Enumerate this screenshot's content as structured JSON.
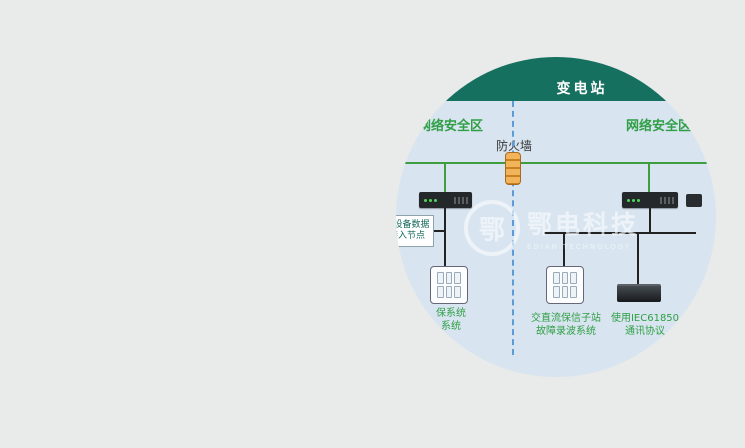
{
  "scene": {
    "background": "#e9eaea"
  },
  "diagram": {
    "header": {
      "title": "变电站"
    },
    "zone_left": "网络安全区",
    "zone_right": "网络安全区",
    "firewall": {
      "label": "防火墙"
    },
    "access_node": {
      "line1": "主设备数据",
      "line2": "接入节点"
    },
    "devices": {
      "switch_left": "network-switch",
      "switch_right": "network-switch",
      "relay_left": "protection-device",
      "relay_mid": "protection-device",
      "recorder": "communication-recorder"
    },
    "captions": {
      "left": {
        "line1": "保系统",
        "line2": "系统"
      },
      "middle": {
        "line1": "交直流保信子站",
        "line2": "故障录波系统"
      },
      "right": {
        "line1": "使用IEC61850",
        "line2": "通讯协议"
      }
    },
    "watermark": {
      "logo_char": "鄂",
      "cn": "鄂电科技",
      "en": "EDIAN TECHNOLOGY"
    },
    "colors": {
      "header_bg": "#16705f",
      "zone_text": "#2f9e44",
      "caption_text": "#2f9e44",
      "line_green": "#3f9e3f",
      "line_black": "#222222",
      "dashed_blue": "#5a9bd8",
      "firewall_orange": "#e09a3e",
      "panel_bg": "#d8e5f0",
      "page_bg": "#e9eaea"
    }
  }
}
